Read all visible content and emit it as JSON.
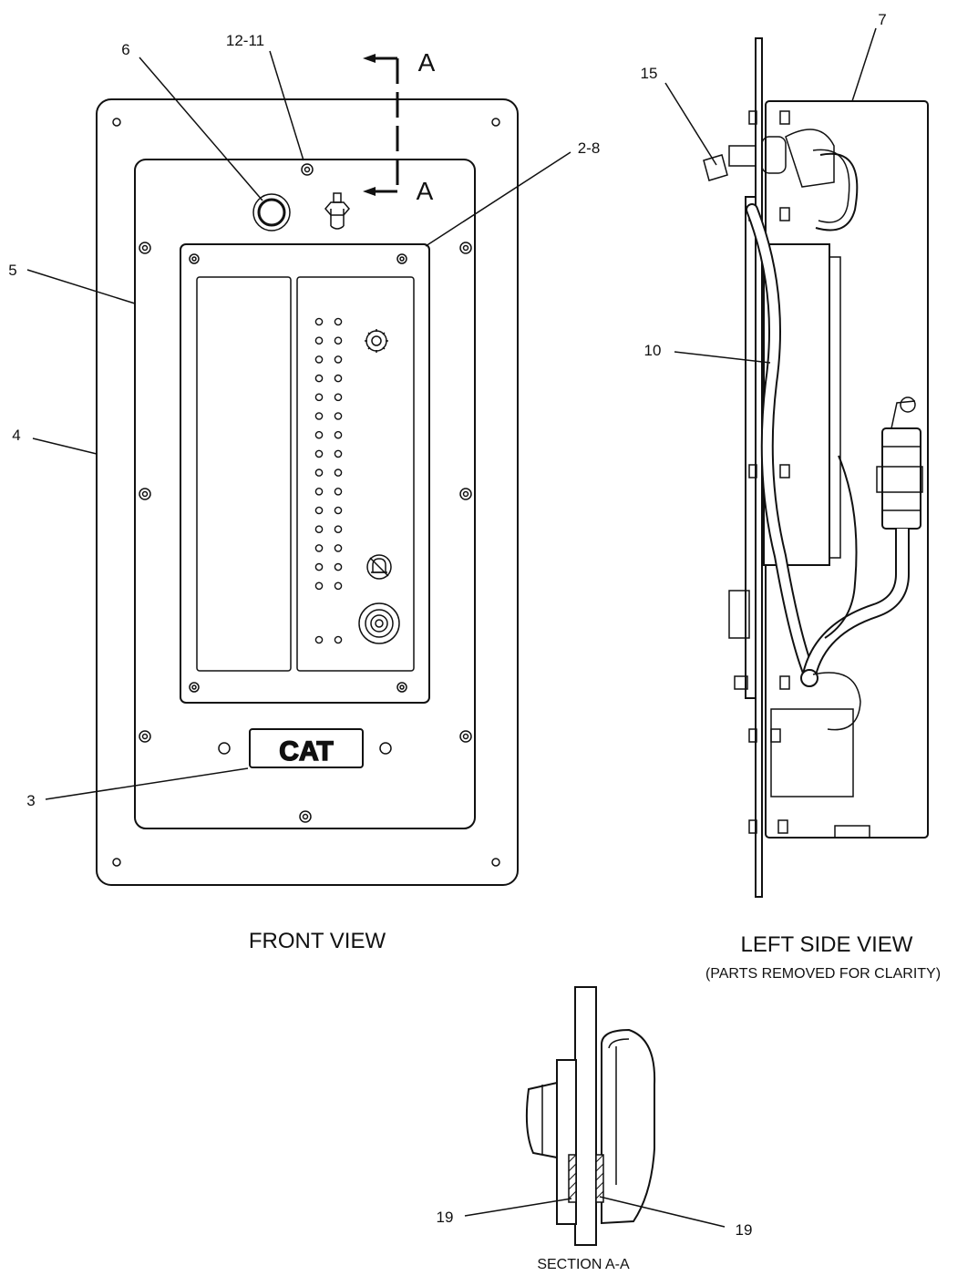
{
  "views": {
    "front": "FRONT VIEW",
    "left_side": "LEFT SIDE VIEW",
    "left_side_note": "(PARTS REMOVED FOR CLARITY)",
    "section": "SECTION A-A"
  },
  "section_marks": {
    "top": "A",
    "bottom": "A"
  },
  "callouts": {
    "c6": "6",
    "c12_11": "12-11",
    "c2_8": "2-8",
    "c5": "5",
    "c4": "4",
    "c3": "3",
    "c7": "7",
    "c15": "15",
    "c10": "10",
    "c19a": "19",
    "c19b": "19"
  },
  "logo_text": "CAT"
}
